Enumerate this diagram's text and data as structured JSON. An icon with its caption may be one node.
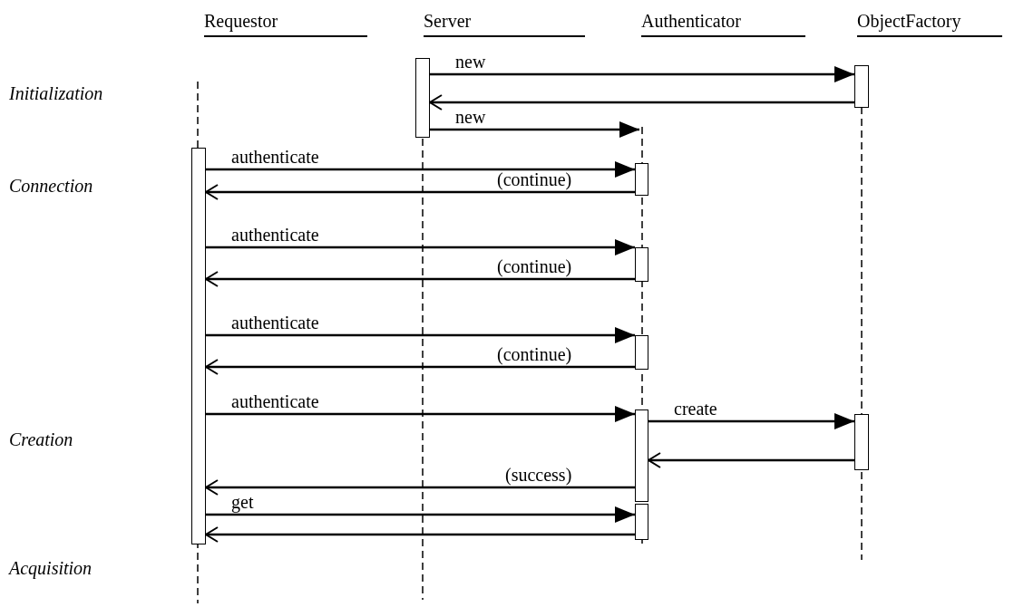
{
  "diagram": {
    "nodes": [
      {
        "text": [
          "Requestor"
        ]
      },
      {
        "text": [
          "Server"
        ]
      },
      {
        "text": [
          "Authenticator"
        ]
      },
      {
        "text": [
          "ObjectFactory"
        ]
      },
      {
        "text": [],
        "shape": "line"
      },
      {
        "text": [],
        "shape": "line"
      },
      {
        "text": [],
        "shape": "line"
      },
      {
        "text": [],
        "shape": "line"
      },
      {
        "text": [],
        "shape": "bar"
      },
      {
        "text": [],
        "shape": "bar"
      },
      {
        "text": [],
        "shape": "bar"
      },
      {
        "text": [],
        "shape": "bar"
      },
      {
        "text": [],
        "shape": "bar"
      },
      {
        "text": [],
        "shape": "bar"
      },
      {
        "text": [],
        "shape": "bar"
      },
      {
        "text": [],
        "shape": "bar"
      },
      {
        "text": [],
        "shape": "bar"
      }
    ],
    "edges": [
      {
        "from": 8,
        "to": 9,
        "arrow": "to",
        "label": "new"
      },
      {
        "from": 9,
        "to": 8,
        "arrow": "to"
      },
      {
        "from": 8,
        "to": 6,
        "arrow": "to",
        "label": "new"
      },
      {
        "from": 10,
        "to": 11,
        "arrow": "to",
        "label": "authenticate"
      },
      {
        "from": 11,
        "to": 10,
        "arrow": "to",
        "label": "(continue)"
      },
      {
        "from": 10,
        "to": 12,
        "arrow": "to",
        "label": "authenticate"
      },
      {
        "from": 12,
        "to": 10,
        "arrow": "to",
        "label": "(continue)"
      },
      {
        "from": 10,
        "to": 13,
        "arrow": "to",
        "label": "authenticate"
      },
      {
        "from": 13,
        "to": 10,
        "arrow": "to",
        "label": "(continue)"
      },
      {
        "from": 10,
        "to": 14,
        "arrow": "to",
        "label": "authenticate"
      },
      {
        "from": 14,
        "to": 15,
        "arrow": "to",
        "label": "create"
      },
      {
        "from": 15,
        "to": 14,
        "arrow": "to"
      },
      {
        "from": 14,
        "to": 10,
        "arrow": "to",
        "label": "(success)"
      },
      {
        "from": 10,
        "to": 16,
        "arrow": "to",
        "label": "get"
      },
      {
        "from": 16,
        "to": 10,
        "arrow": "to"
      }
    ],
    "labels": [
      "Initialization",
      "Connection",
      "Creation",
      "Acquisition"
    ]
  }
}
